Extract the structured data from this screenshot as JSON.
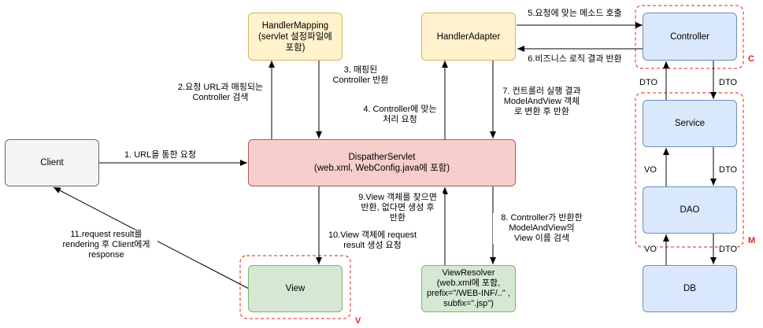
{
  "colors": {
    "yellow_fill": "#fff2cc",
    "yellow_stroke": "#d6b656",
    "blue_fill": "#dae8fc",
    "blue_stroke": "#6c8ebf",
    "red_fill": "#f8cecc",
    "red_stroke": "#b85450",
    "green_fill": "#d5e8d4",
    "green_stroke": "#82b366",
    "gray_fill": "#f5f5f5",
    "gray_stroke": "#666666",
    "group_stroke": "#e0201b",
    "arrow": "#000000"
  },
  "nodes": {
    "client": "Client",
    "handler_mapping": "HandlerMapping\n(servlet 설정파일에\n포함)",
    "handler_adapter": "HandlerAdapter",
    "controller": "Controller",
    "service": "Service",
    "dao": "DAO",
    "db": "DB",
    "dispatcher": "DispatherServlet\n(web.xml, WebConfig.java에 포함)",
    "view": "View",
    "view_resolver": "ViewResolver\n(web.xml에 포함,\nprefix=\"/WEB-INF/..\" ,\nsubfix=\".jsp\")"
  },
  "edge_labels": {
    "step1": "1. URL을 통한 요청",
    "step2": "2.요청 URL과 매핑되는\nController 검색",
    "step3": "3. 매핑된\nController 반환",
    "step4": "4. Controller에 맞는\n처리 요청",
    "step5": "5.요청에 맞는 메소드  호출",
    "step6": "6.비즈니스 로직 결과 반환",
    "step7": "7. 컨트롤러 실행 결과\nModelAndView 객체\n로 변환 후 반환",
    "step8": "8. Controller가 반환한\nModelAndView의\nView 이름 검색",
    "step9": "9.View 객체를 찾으면\n반환, 없다면 생성 후\n반환",
    "step10": "10.View 객체에 request\nresult 생성 요청",
    "step11": "11.request result를\nrendering 후 Client에게\nresponse",
    "dto_ctrl_down": "DTO",
    "dto_ctrl_up": "DTO",
    "vo_svc": "VO",
    "dto_svc": "DTO",
    "vo_dao": "VO",
    "dto_dao": "DTO"
  },
  "groups": {
    "controller_group": "C",
    "model_group": "M",
    "view_group": "V"
  }
}
